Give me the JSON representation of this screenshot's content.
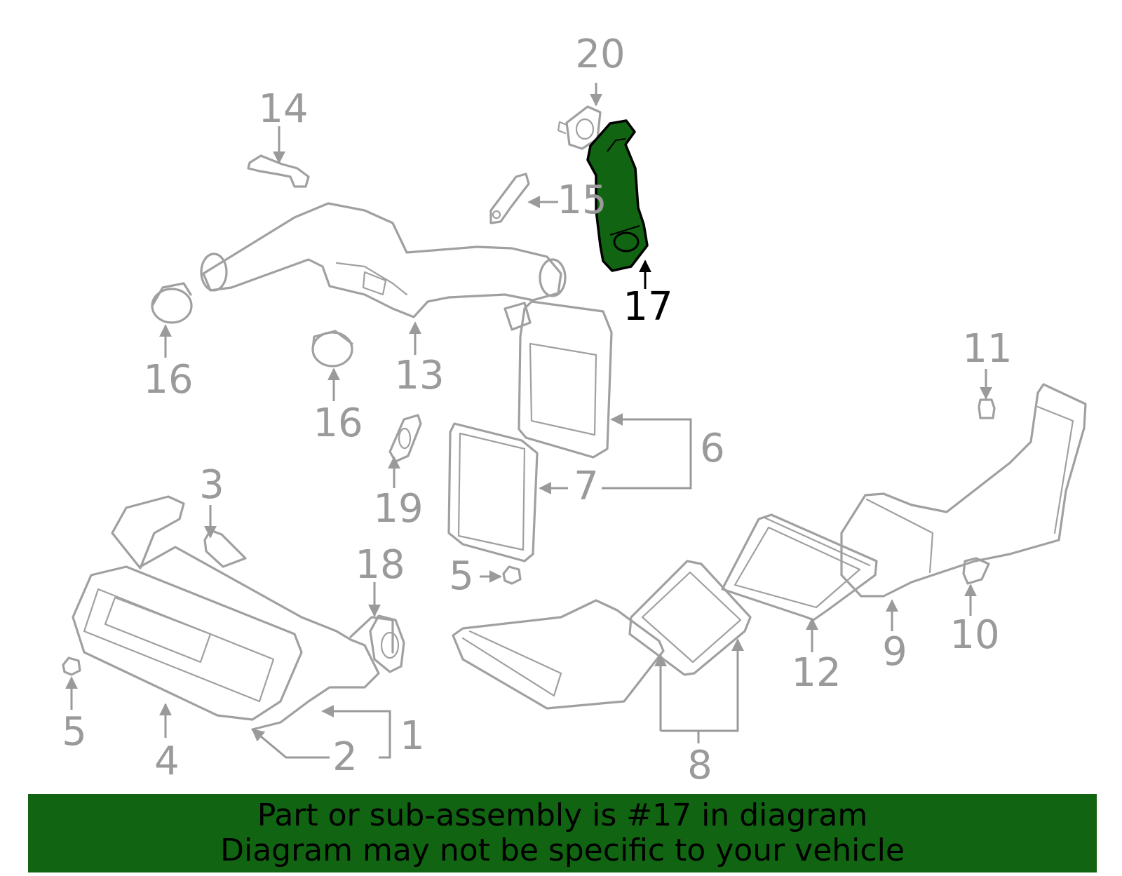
{
  "highlight_color": "#116411",
  "part_color": "#a0a0a0",
  "callouts": {
    "c1": "1",
    "c2": "2",
    "c3": "3",
    "c4": "4",
    "c5a": "5",
    "c5b": "5",
    "c6": "6",
    "c7": "7",
    "c8": "8",
    "c9": "9",
    "c10": "10",
    "c11": "11",
    "c12": "12",
    "c13": "13",
    "c14": "14",
    "c15": "15",
    "c16a": "16",
    "c16b": "16",
    "c17": "17",
    "c18": "18",
    "c19": "19",
    "c20": "20"
  },
  "highlighted_part": "17",
  "banner": {
    "line1": "Part or sub-assembly is #17 in diagram",
    "line2": "Diagram may not be specific to your vehicle"
  }
}
